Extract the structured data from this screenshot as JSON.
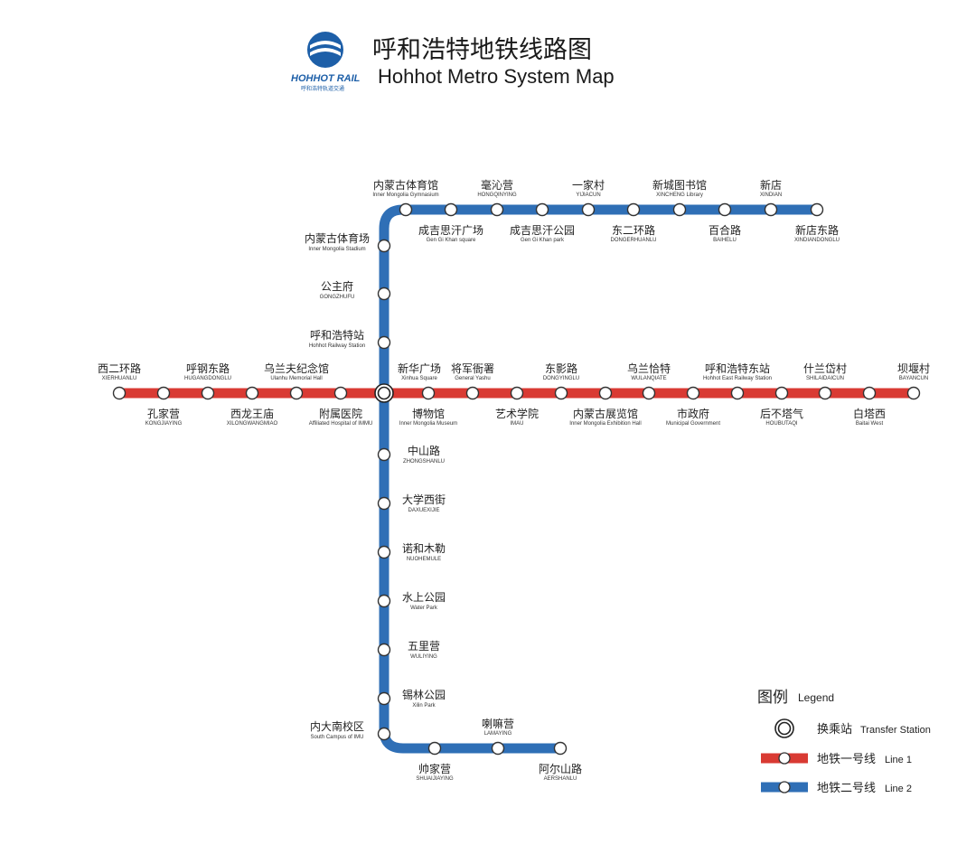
{
  "header": {
    "brand_name": "HOHHOT RAIL",
    "brand_sub": "呼和浩特轨道交通",
    "title_cn": "呼和浩特地铁线路图",
    "title_en": "Hohhot Metro System Map"
  },
  "colors": {
    "line1": "#d93a33",
    "line2": "#2f6fb6",
    "logo": "#1d5fa8"
  },
  "lines": {
    "line1": {
      "stations": [
        {
          "cn": "西二环路",
          "en": "XIERHUANLU"
        },
        {
          "cn": "孔家营",
          "en": "KONGJIAYING"
        },
        {
          "cn": "呼钢东路",
          "en": "HUGANGDONGLU"
        },
        {
          "cn": "西龙王庙",
          "en": "XILONGWANGMIAO"
        },
        {
          "cn": "乌兰夫纪念馆",
          "en": "Ulanhu Memorial Hall"
        },
        {
          "cn": "附属医院",
          "en": "Affiliated Hospital of IMMU"
        },
        {
          "cn": "新华广场",
          "en": "Xinhua Square"
        },
        {
          "cn": "博物馆",
          "en": "Inner Mongolia Museum"
        },
        {
          "cn": "将军衙署",
          "en": "General Yashu"
        },
        {
          "cn": "艺术学院",
          "en": "IMAU"
        },
        {
          "cn": "东影路",
          "en": "DONGYINGLU"
        },
        {
          "cn": "内蒙古展览馆",
          "en": "Inner Mongolia Exhibition Hall"
        },
        {
          "cn": "乌兰恰特",
          "en": "WULANQIATE"
        },
        {
          "cn": "市政府",
          "en": "Municipal Government"
        },
        {
          "cn": "呼和浩特东站",
          "en": "Hohhot East Railway Station"
        },
        {
          "cn": "后不塔气",
          "en": "HOUBUTAQI"
        },
        {
          "cn": "什兰岱村",
          "en": "SHILAIDAICUN"
        },
        {
          "cn": "白塔西",
          "en": "Baitai West"
        },
        {
          "cn": "坝堰村",
          "en": "BAYANCUN"
        }
      ]
    },
    "line2": {
      "stations": [
        {
          "cn": "新店东路",
          "en": "XINDIANDONGLU"
        },
        {
          "cn": "新店",
          "en": "XINDIAN"
        },
        {
          "cn": "百合路",
          "en": "BAIHELU"
        },
        {
          "cn": "新城图书馆",
          "en": "XINCHENG Library"
        },
        {
          "cn": "东二环路",
          "en": "DONGERHUANLU"
        },
        {
          "cn": "一家村",
          "en": "YIJIACUN"
        },
        {
          "cn": "成吉思汗公园",
          "en": "Gen Gi Khan park"
        },
        {
          "cn": "毫沁营",
          "en": "HONGQINYING"
        },
        {
          "cn": "成吉思汗广场",
          "en": "Gen Gi Khan square"
        },
        {
          "cn": "内蒙古体育馆",
          "en": "Inner Mongolia Gymnasium"
        },
        {
          "cn": "内蒙古体育场",
          "en": "Inner Mongolia Stadium"
        },
        {
          "cn": "公主府",
          "en": "GONGZHUFU"
        },
        {
          "cn": "呼和浩特站",
          "en": "Hohhot Railway Station"
        },
        {
          "cn": "中山路",
          "en": "ZHONGSHANLU"
        },
        {
          "cn": "大学西街",
          "en": "DAXUEXIJIE"
        },
        {
          "cn": "诺和木勒",
          "en": "NUOHEMULE"
        },
        {
          "cn": "水上公园",
          "en": "Water Park"
        },
        {
          "cn": "五里营",
          "en": "WULIYING"
        },
        {
          "cn": "锡林公园",
          "en": "Xilin Park"
        },
        {
          "cn": "内大南校区",
          "en": "South Campus of IMU"
        },
        {
          "cn": "帅家营",
          "en": "SHUAIJIAYING"
        },
        {
          "cn": "喇嘛营",
          "en": "LAMAYING"
        },
        {
          "cn": "阿尔山路",
          "en": "AERSHANLU"
        }
      ]
    }
  },
  "legend": {
    "title_cn": "图例",
    "title_en": "Legend",
    "transfer_cn": "换乘站",
    "transfer_en": "Transfer Station",
    "line1_cn": "地铁一号线",
    "line1_en": "Line 1",
    "line2_cn": "地铁二号线",
    "line2_en": "Line 2"
  }
}
